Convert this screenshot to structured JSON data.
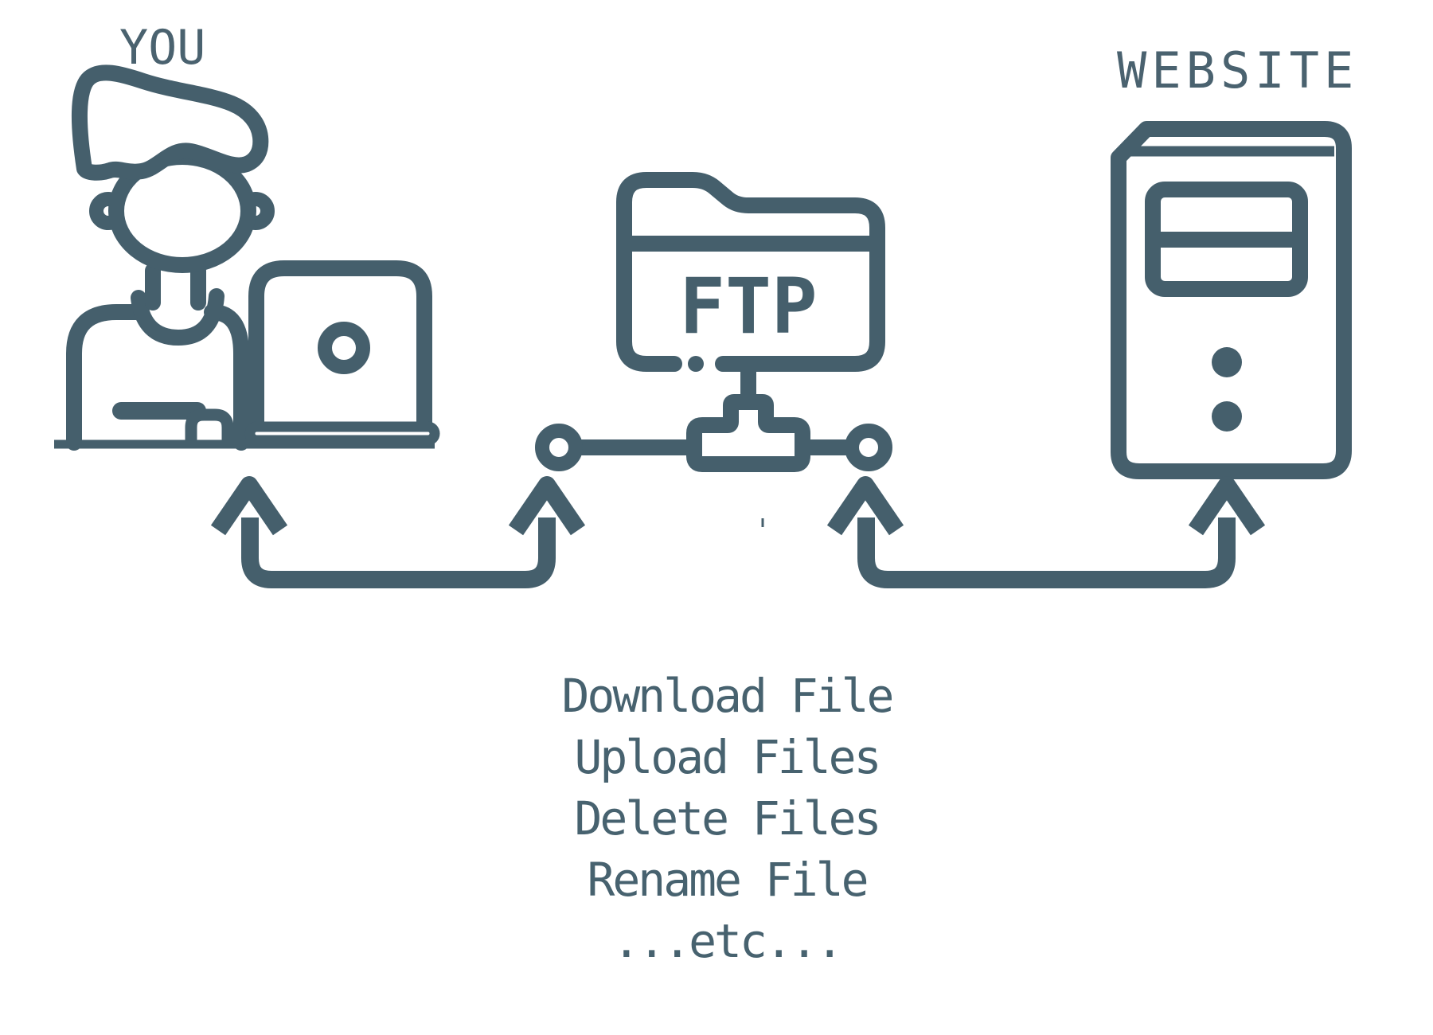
{
  "page": {
    "background": "#FFFFFF",
    "accent_line_color": "#455F6C",
    "text_color": "#47626F"
  },
  "diagram": {
    "user": {
      "label": "YOU",
      "icon": "person-at-laptop"
    },
    "ftp": {
      "label": "FTP",
      "icon": "folder-network"
    },
    "website": {
      "label": "WEBSITE",
      "icon": "server-tower"
    },
    "actions": [
      "Download File",
      "Upload Files",
      "Delete Files",
      "Rename File",
      "...etc..."
    ],
    "connections": [
      {
        "from": "user",
        "to": "ftp",
        "style": "u-shaped-double-up-arrow"
      },
      {
        "from": "ftp",
        "to": "website",
        "style": "u-shaped-double-up-arrow"
      }
    ]
  }
}
